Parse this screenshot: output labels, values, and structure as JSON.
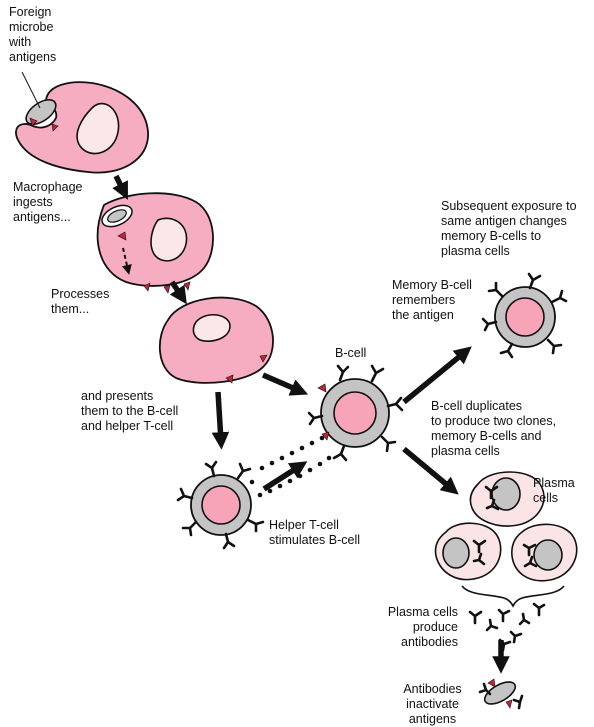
{
  "colors": {
    "macrophage_fill": "#f6adc1",
    "nucleus_fill": "#fbe6ea",
    "lymphocyte_ring": "#c4c4c4",
    "lymphocyte_nucleus": "#f7a4b8",
    "plasma_fill": "#fbe4e6",
    "plasma_nucleus": "#c4c4c4",
    "antigen": "#c4223a",
    "outline": "#111111"
  },
  "labels": {
    "foreign_microbe": "Foreign\nmicrobe\nwith\nantigens",
    "macrophage_ingests": "Macrophage\ningests\nantigens...",
    "processes_them": "Processes\nthem...",
    "presents": "and presents\nthem to the B-cell\nand helper T-cell",
    "helper_t_cell": "Helper T-cell\nstimulates B-cell",
    "b_cell": "B-cell",
    "memory_b_cell": "Memory B-cell\nremembers\nthe antigen",
    "subsequent_exposure": "Subsequent exposure to\nsame antigen changes\nmemory B-cells to\nplasma cells",
    "b_cell_duplicates": "B-cell duplicates\nto produce two clones,\nmemory B-cells and\nplasma cells",
    "plasma_cells": "Plasma\ncells",
    "plasma_produce": "Plasma cells\nproduce\nantibodies",
    "antibodies_inactivate": "Antibodies\ninactivate\nantigens"
  },
  "icons": {
    "antigen": "triangle",
    "antibody": "y-shape",
    "arrow": "thick-arrow"
  }
}
